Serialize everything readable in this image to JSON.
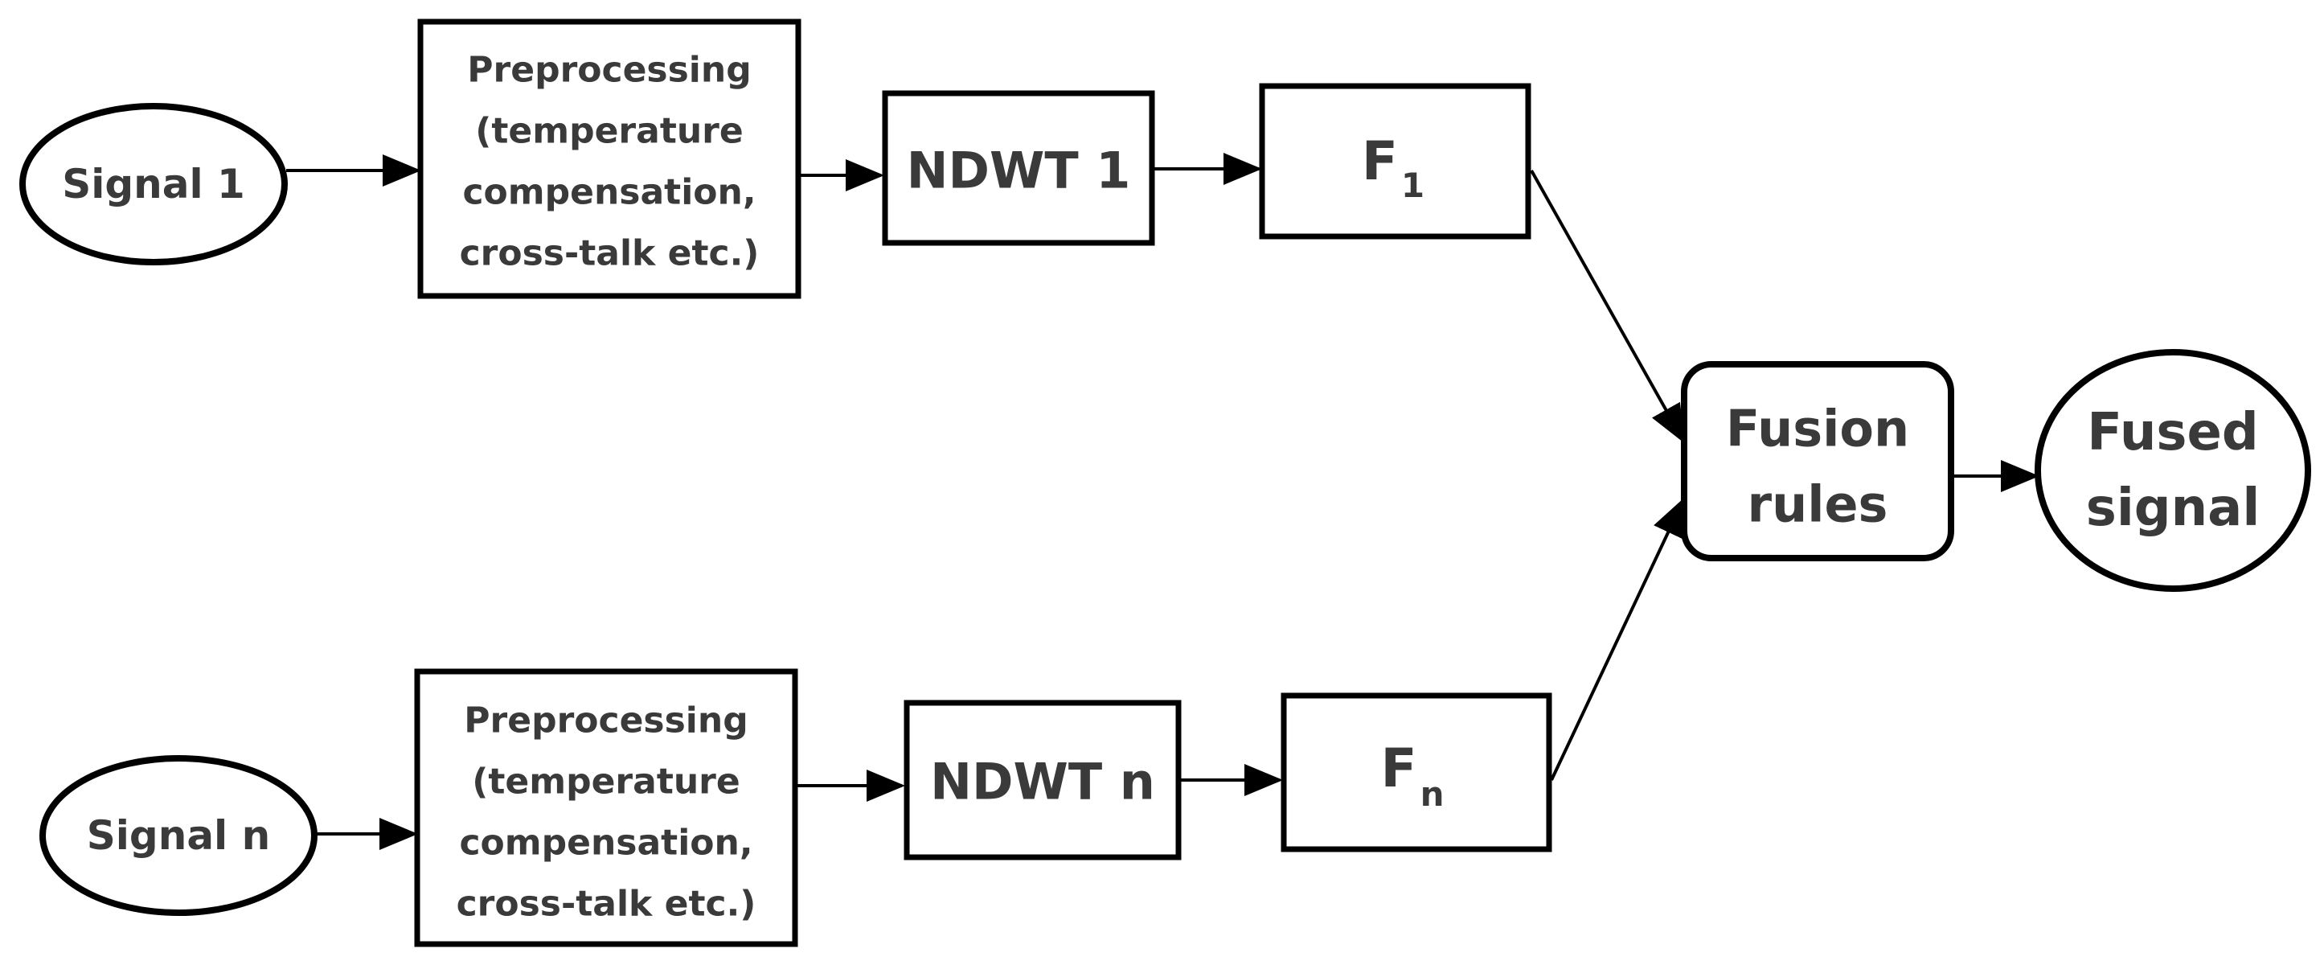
{
  "nodes": {
    "signal_1": "Signal 1",
    "signal_n": "Signal n",
    "preprocessing_1": [
      "Preprocessing",
      "(temperature",
      "compensation,",
      "cross-talk etc.)"
    ],
    "preprocessing_n": [
      "Preprocessing",
      "(temperature",
      "compensation,",
      "cross-talk etc.)"
    ],
    "ndwt_1": "NDWT 1",
    "ndwt_n": "NDWT n",
    "f_1": {
      "base": "F",
      "sub": "1"
    },
    "f_n": {
      "base": "F",
      "sub": "n"
    },
    "fusion_rules": [
      "Fusion",
      "rules"
    ],
    "fused_signal": [
      "Fused",
      "signal"
    ]
  },
  "colors": {
    "stroke": "#000000",
    "text": "#3a3a3a",
    "background": "#ffffff"
  }
}
